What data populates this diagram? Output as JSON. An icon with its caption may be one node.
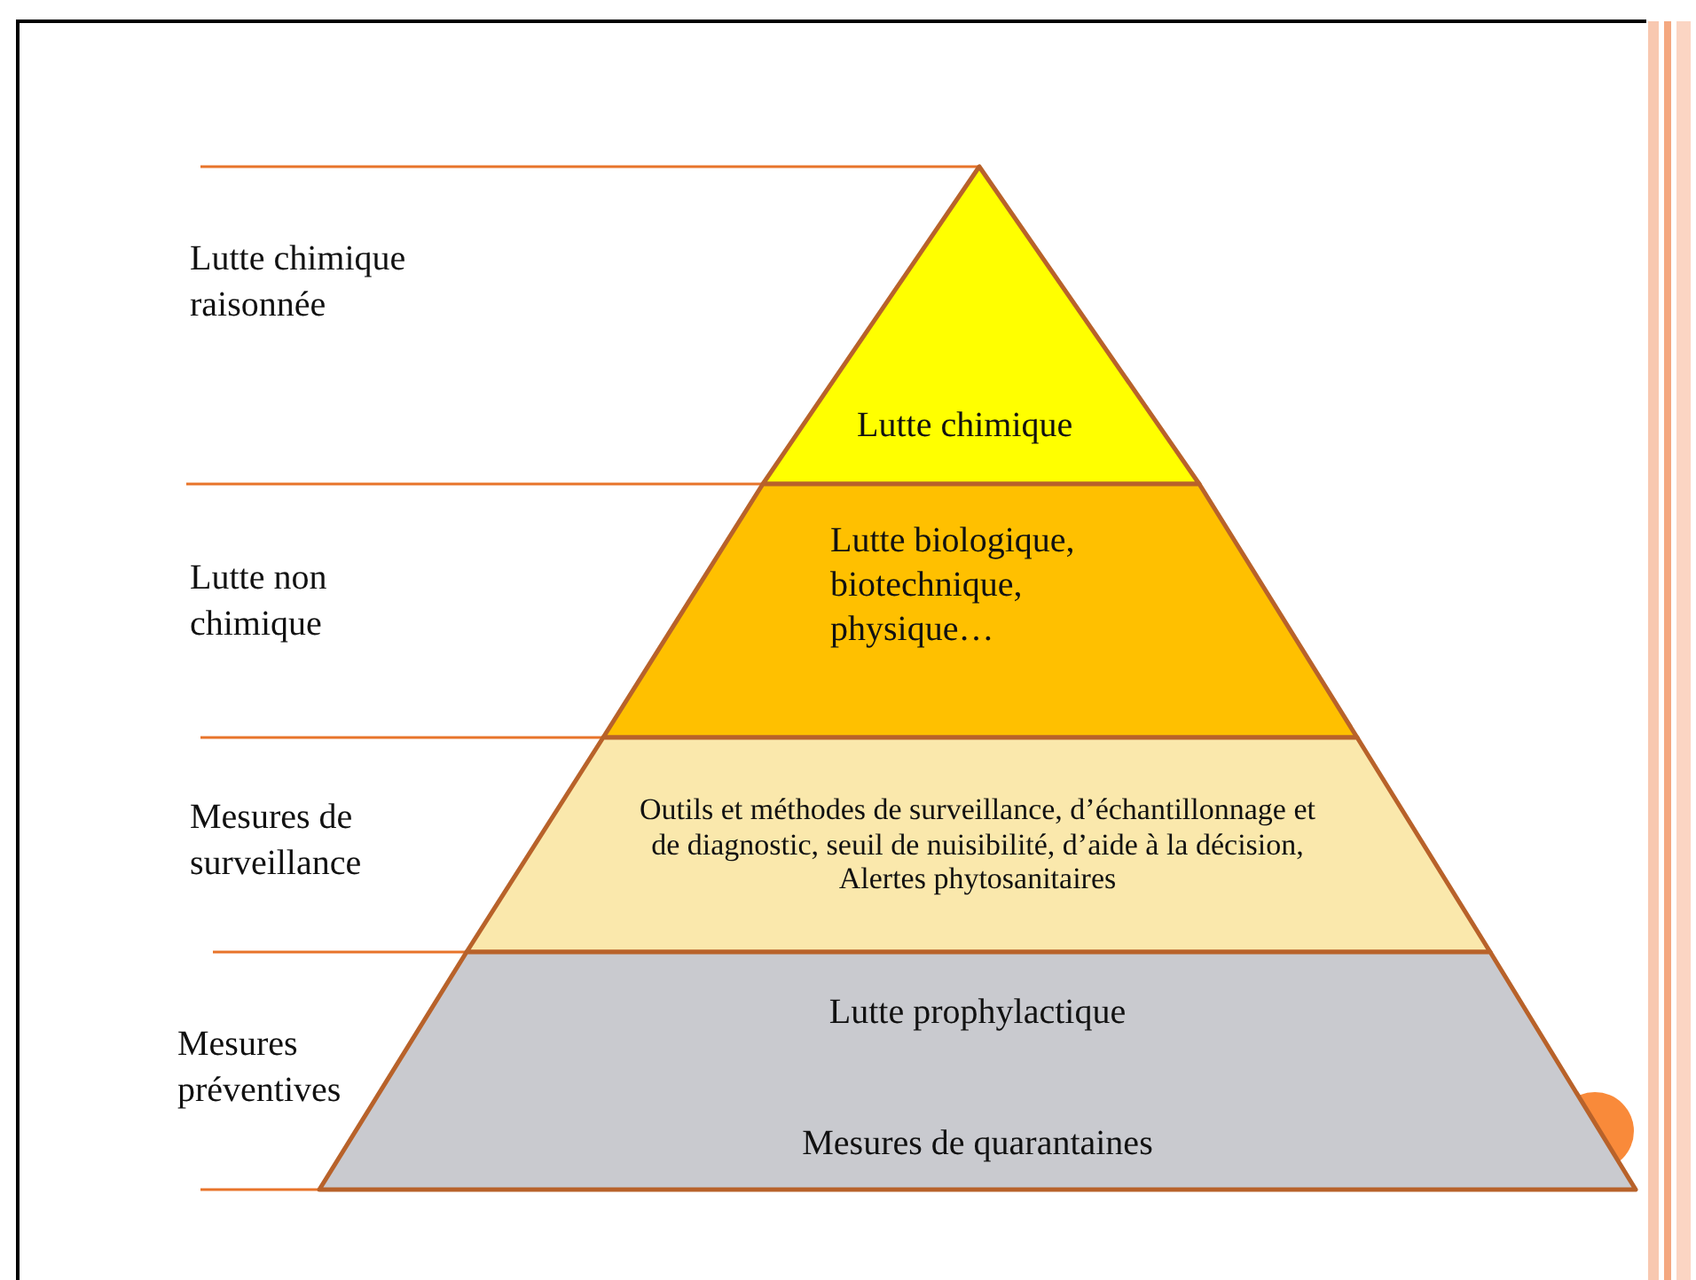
{
  "diagram": {
    "nodes": [
      {
        "text": [
          "Lutte chimique"
        ]
      },
      {
        "text": [
          "Lutte biologique, biotechnique, physique…"
        ]
      },
      {
        "text": [
          "Outils et méthodes de surveillance, d’échantillonnage et de diagnostic, seuil de nuisibilité, d’aide à la décision, Alertes phytosanitaires"
        ]
      },
      {
        "text": [
          "Lutte prophylactique",
          "Mesures de quarantaines"
        ]
      }
    ],
    "labels": [
      "Lutte chimique raisonnée",
      "Lutte non chimique",
      "Mesures de surveillance",
      "Mesures préventives"
    ]
  }
}
